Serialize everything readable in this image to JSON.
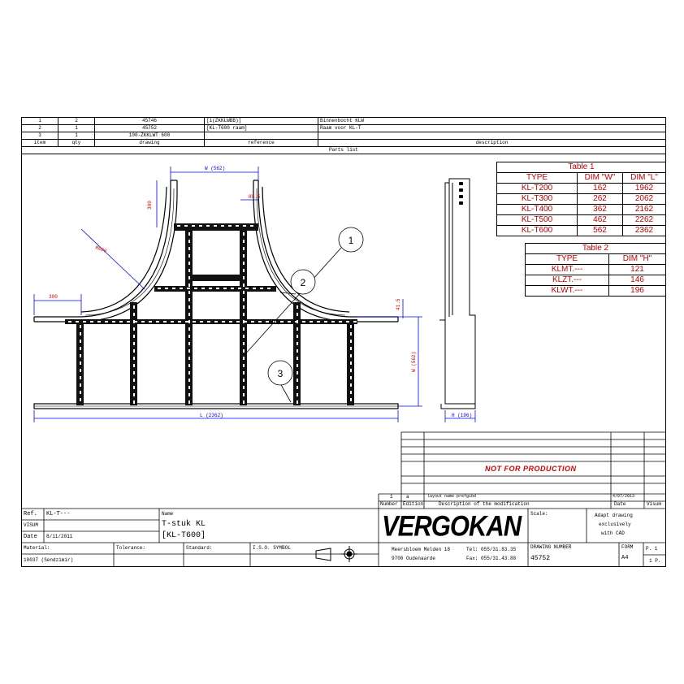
{
  "parts_list": {
    "rows": [
      {
        "item": "1",
        "qty": "2",
        "drawing": "45746",
        "reference": "[1(ZKKLWBB)]",
        "description": "Binnenbocht KLW"
      },
      {
        "item": "2",
        "qty": "1",
        "drawing": "45752",
        "reference": "[KL-T600 raam]",
        "description": "Raam voor KL-T"
      },
      {
        "item": "3",
        "qty": "1",
        "drawing": "100-ZKKLWT 600",
        "reference": "",
        "description": ""
      }
    ],
    "headers": {
      "item": "item",
      "qty": "qty",
      "drawing": "drawing",
      "reference": "reference",
      "description": "description"
    },
    "title": "Parts list"
  },
  "table1": {
    "title": "Table 1",
    "headers": [
      "TYPE",
      "DIM \"W\"",
      "DIM \"L\""
    ],
    "rows": [
      [
        "KL-T200",
        "162",
        "1962"
      ],
      [
        "KL-T300",
        "262",
        "2062"
      ],
      [
        "KL-T400",
        "362",
        "2162"
      ],
      [
        "KL-T500",
        "462",
        "2262"
      ],
      [
        "KL-T600",
        "562",
        "2362"
      ]
    ]
  },
  "table2": {
    "title": "Table 2",
    "headers": [
      "TYPE",
      "DIM \"H\""
    ],
    "rows": [
      [
        "KLMT.---",
        "121"
      ],
      [
        "KLZT.---",
        "146"
      ],
      [
        "KLWT.---",
        "196"
      ]
    ]
  },
  "dimensions": {
    "w_top": "W (562)",
    "h300": "300",
    "d85": "85.5",
    "r600": "R600",
    "left300": "300",
    "d415": "41.5",
    "w_right": "W (562)",
    "l_bottom": "L (2362)",
    "h_side": "H (196)"
  },
  "callouts": [
    "1",
    "2",
    "3"
  ],
  "not_for_production": "NOT FOR PRODUCTION",
  "revision": {
    "number": "1",
    "edition": "a",
    "description": "layout name prefgibd",
    "date": "4/07/2013",
    "headers": {
      "number": "Number",
      "edition": "Edition",
      "description": "Description of the modification",
      "date": "Date",
      "visum": "Visum"
    }
  },
  "title_block": {
    "ref_label": "Ref.",
    "ref_value": "KL-T---",
    "visum_label": "VISUM",
    "date_label": "Date",
    "date_value": "8/11/2011",
    "name_label": "Name",
    "name_line1": "T-stuk KL",
    "name_line2": "[KL-T600]",
    "material_label": "Material:",
    "material_value": "10037 (Sendzimir)",
    "tolerance_label": "Tolerance:",
    "standard_label": "Standard:",
    "iso_label": "I.S.O. SYMBOL",
    "company": "VERGOKAN",
    "address1": "Meersbloem Melden 18",
    "address2": "9700 Oudenaarde",
    "tel": "Tel: 055/31.83.35",
    "fax": "Fax: 055/31.43.88",
    "scale_label": "Scale:",
    "note_line1": "Adapt drawing",
    "note_line2": "exclusively",
    "note_line3": "with CAD",
    "drawing_number_label": "DRAWING NUMBER",
    "drawing_number": "45752",
    "form_label": "FORM",
    "form_value": "A4",
    "page": "P. 1",
    "pages": "1 P."
  }
}
